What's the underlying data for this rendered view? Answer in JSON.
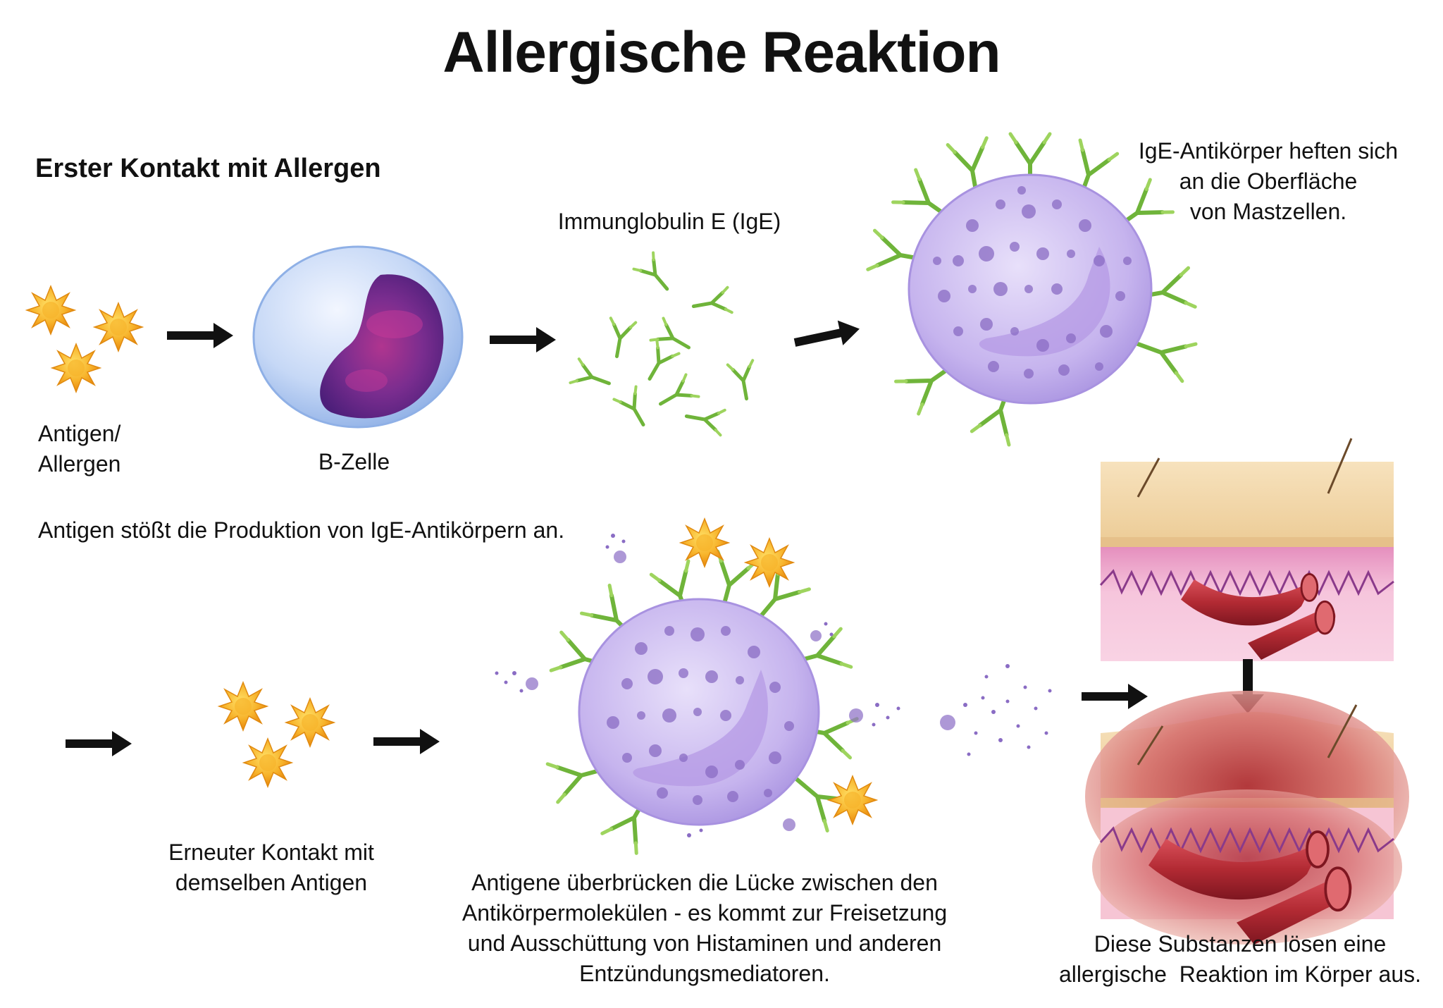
{
  "title": "Allergische Reaktion",
  "section_heading": "Erster Kontakt mit Allergen",
  "labels": {
    "antigen": [
      "Antigen/",
      "Allergen"
    ],
    "b_cell": "B-Zelle",
    "ige": "Immunglobulin E (IgE)",
    "ige_attach": [
      "IgE-Antikörper heften sich",
      "an die Oberfläche",
      "von Mastzellen."
    ],
    "production": "Antigen stößt die Produktion von IgE-Antikörpern an.",
    "second_contact": [
      "Erneuter Kontakt mit",
      "demselben Antigen"
    ],
    "bridge": [
      "Antigene überbrücken die Lücke zwischen den",
      "Antikörpermolekülen - es kommt zur Freisetzung",
      "und Ausschüttung von Histaminen und anderen",
      "Entzündungsmediatoren."
    ],
    "reaction": [
      "Diese Substanzen lösen eine",
      "allergische  Reaktion im Körper aus."
    ]
  },
  "colors": {
    "antigen": "#f5a623",
    "antigen_dark": "#e8860c",
    "antibody": "#7cc142",
    "mast_cell": "#c9b8ee",
    "granule": "#8a6cc4",
    "b_cell": "#b9cff2",
    "nucleus": "#7a2d8f",
    "skin": "#f2d9b0",
    "dermis": "#f3b8d2",
    "vessel": "#b22a33",
    "inflamed": "#c4404a",
    "arrow": "#111111"
  }
}
